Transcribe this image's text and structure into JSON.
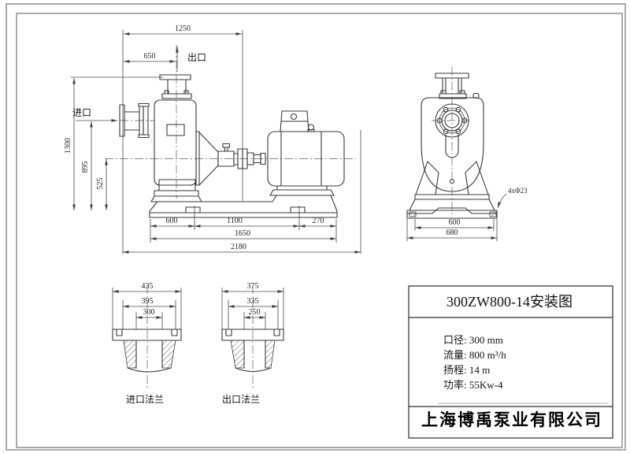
{
  "drawing": {
    "front_view": {
      "dim_1250": "1250",
      "dim_650": "650",
      "outlet_label": "出口",
      "inlet_label": "进口",
      "dim_1300": "1300",
      "dim_895": "895",
      "dim_525": "525",
      "dim_600": "600",
      "dim_1100": "1100",
      "dim_270": "270",
      "dim_1650": "1650",
      "dim_2180": "2180"
    },
    "side_view": {
      "dim_600": "600",
      "dim_680": "680",
      "bolt_note": "4xΦ23"
    },
    "inlet_flange": {
      "dim_outer": "435",
      "dim_bolt": "395",
      "dim_bore": "300",
      "caption": "进口法兰"
    },
    "outlet_flange": {
      "dim_outer": "375",
      "dim_bolt": "335",
      "dim_bore": "250",
      "caption": "出口法兰"
    }
  },
  "title_block": {
    "title": "300ZW800-14安装图",
    "specs": [
      {
        "text": "口径: 300 mm"
      },
      {
        "text": "流量: 800 m³/h"
      },
      {
        "text": "扬程: 14 m"
      },
      {
        "text": "功率: 55Kw-4"
      }
    ],
    "company": "上海博禹泵业有限公司"
  }
}
